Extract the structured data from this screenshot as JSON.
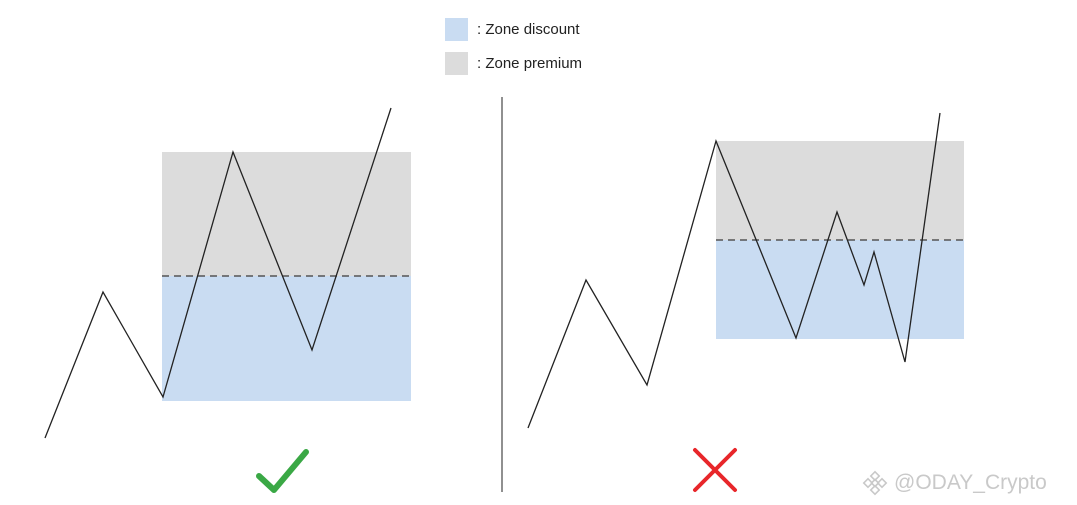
{
  "legend": {
    "discount": {
      "label": ": Zone discount",
      "color": "#c9dcf2"
    },
    "premium": {
      "label": ": Zone premium",
      "color": "#dcdcdc"
    }
  },
  "colors": {
    "price_line": "#222222",
    "equilibrium_dash": "#555555",
    "divider": "#555555",
    "correct_mark": "#3aa845",
    "wrong_mark": "#e8262a"
  },
  "icons": {
    "correct": "check-icon",
    "wrong": "cross-icon"
  },
  "watermark": {
    "text": "@ODAY_Crypto",
    "icon": "binance-logo-icon"
  }
}
